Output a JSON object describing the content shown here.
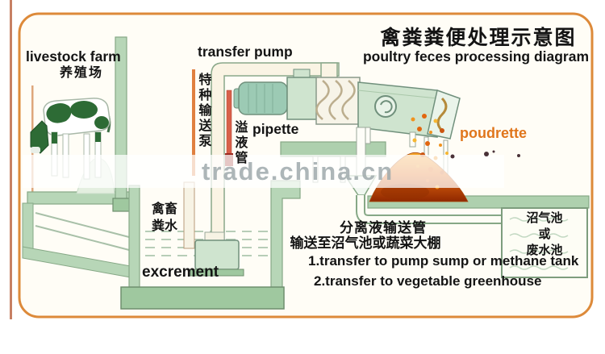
{
  "title": {
    "zh": "禽粪粪便处理示意图",
    "en": "poultry feces processing diagram"
  },
  "watermark": {
    "text": "trade.china.cn"
  },
  "labels": {
    "livestock_farm": {
      "en": "livestock farm",
      "zh": "养殖场"
    },
    "transfer_pump": {
      "en": "transfer pump",
      "zh": "特种输送泵"
    },
    "overflow_pipe": {
      "en": "pipette",
      "zh": "溢液管"
    },
    "manure_water": {
      "zh_line1": "禽畜",
      "zh_line2": "粪水"
    },
    "excrement": {
      "en": "excrement"
    },
    "poudrette": {
      "en": "poudrette"
    },
    "methane_tank": {
      "zh_line1": "沼气池",
      "zh_line2": "或",
      "zh_line3": "废水池"
    },
    "separated_liquid": {
      "zh_line1": "分离液输送管",
      "zh_line2": "输送至沼气池或蔬菜大棚"
    },
    "notes": {
      "line1": "1.transfer to pump sump or methane tank",
      "line2": "2.transfer to vegetable greenhouse"
    }
  },
  "colors": {
    "border_orange": "#dd8a3a",
    "structure_green": "#b7d6b7",
    "machine_green": "#cfe4cf",
    "cow_patch_green": "#2d6b35",
    "poudrette_text_orange": "#e0761c",
    "pile_top_orange": "#f6a82a",
    "pile_dark_red": "#8f2800",
    "watermark_gray": "#9faaac",
    "overflow_pipe_red": "#d8604a"
  }
}
